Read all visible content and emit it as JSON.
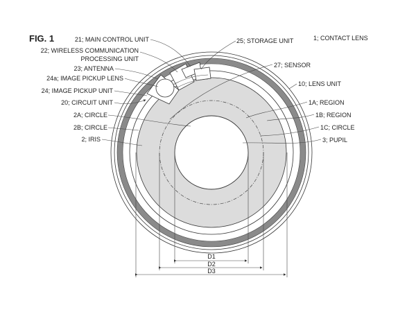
{
  "figure_title": "FIG. 1",
  "labels": {
    "main_control": "21; MAIN CONTROL UNIT",
    "wireless_1": "22; WIRELESS COMMUNICATION",
    "wireless_2": "PROCESSING UNIT",
    "antenna": "23; ANTENNA",
    "pickup_lens": "24a; IMAGE PICKUP LENS",
    "pickup_unit": "24; IMAGE PICKUP UNIT",
    "circuit_unit": "20; CIRCUIT UNIT",
    "circle_2a": "2A; CIRCLE",
    "circle_2b": "2B; CIRCLE",
    "iris": "2; IRIS",
    "storage": "25; STORAGE UNIT",
    "contact_lens": "1; CONTACT LENS",
    "sensor": "27; SENSOR",
    "lens_unit": "10; LENS UNIT",
    "region_1a": "1A; REGION",
    "region_1b": "1B; REGION",
    "circle_1c": "1C; CIRCLE",
    "pupil": "3; PUPIL"
  },
  "dimensions": {
    "d1": "D1",
    "d2": "D2",
    "d3": "D3"
  },
  "colors": {
    "band": "#8a8a8a",
    "shade": "#dcdcdc",
    "line": "#333333"
  }
}
